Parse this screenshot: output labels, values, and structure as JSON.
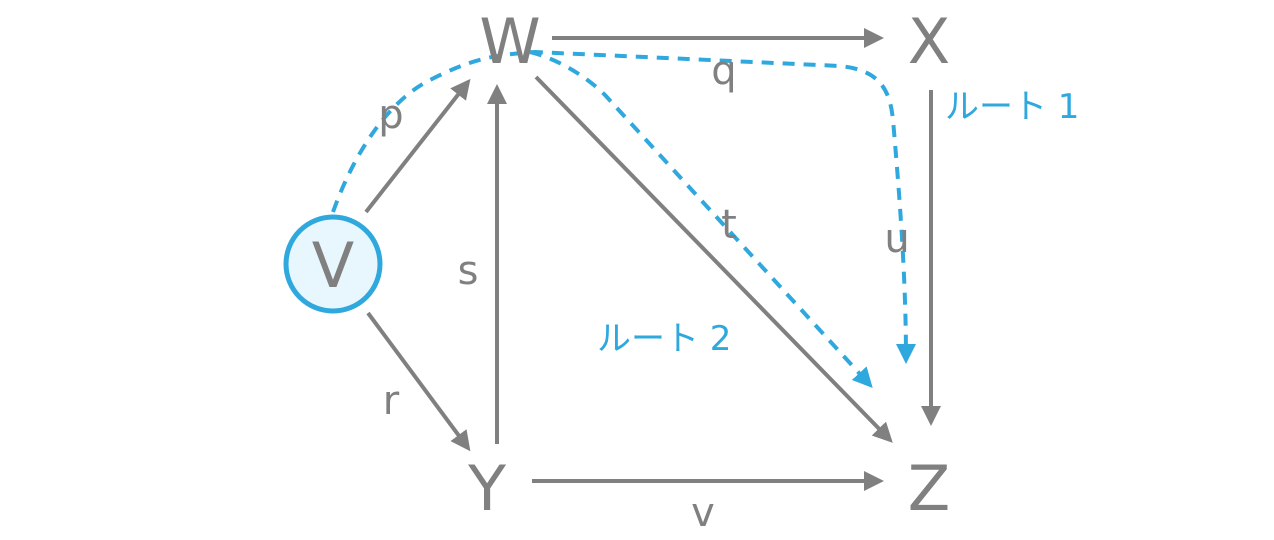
{
  "nodes": {
    "v": "V",
    "w": "W",
    "x": "X",
    "y": "Y",
    "z": "Z"
  },
  "edges": {
    "p": "p",
    "q": "q",
    "r": "r",
    "s": "s",
    "t": "t",
    "u": "u",
    "v": "v"
  },
  "routes": {
    "route1": "ルート 1",
    "route2": "ルート 2"
  },
  "colors": {
    "edge": "#808080",
    "route": "#2fa8de",
    "start_fill": "#e8f6fd"
  }
}
